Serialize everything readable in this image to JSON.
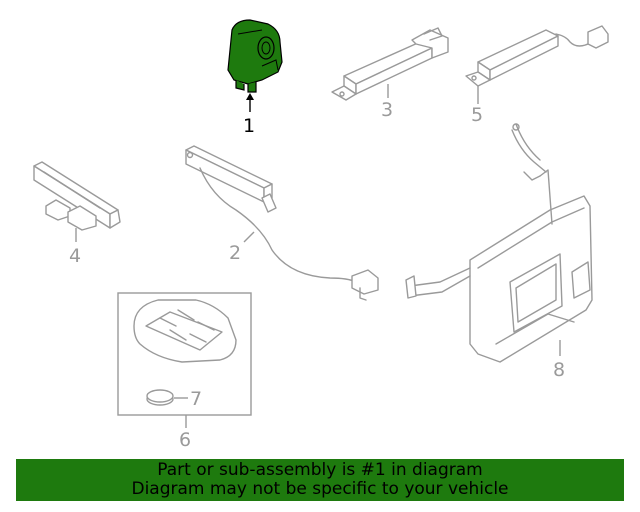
{
  "colors": {
    "highlight": "#1e7a0e",
    "line": "#9a9a9a",
    "banner_bg": "#1e7a0e",
    "text_highlight": "#000000"
  },
  "callouts": {
    "c1": "1",
    "c2": "2",
    "c3": "3",
    "c4": "4",
    "c5": "5",
    "c6": "6",
    "c7": "7",
    "c8": "8"
  },
  "highlighted_part": "1",
  "banner": {
    "line1": "Part or sub-assembly is #1 in diagram",
    "line2": "Diagram may not be specific to your vehicle"
  }
}
